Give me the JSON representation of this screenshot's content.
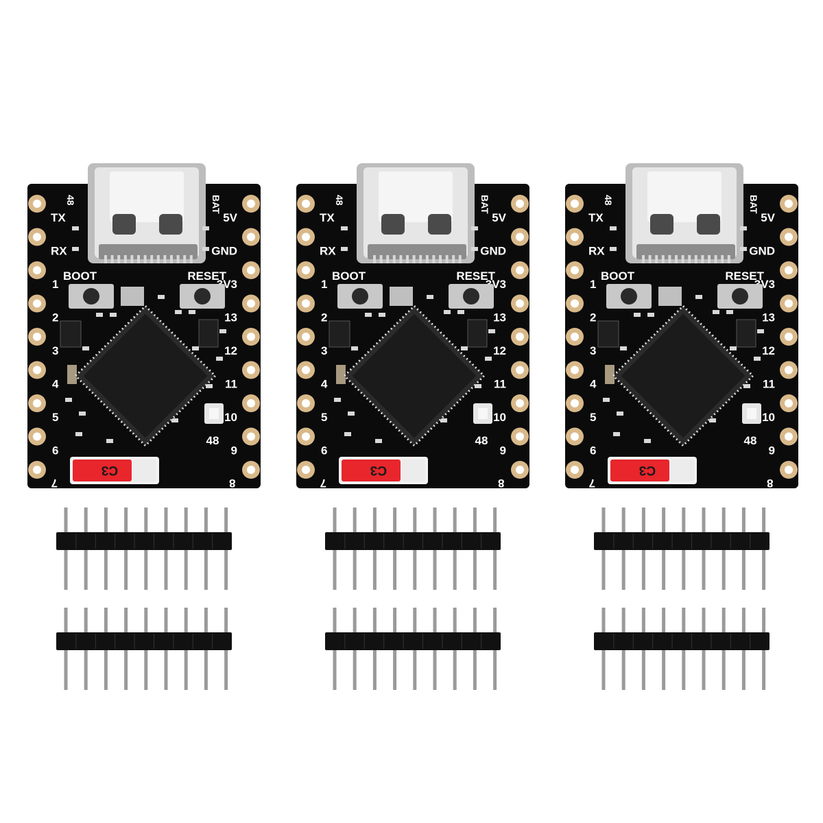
{
  "colors": {
    "pcb": "#0b0b0b",
    "pad": "#d9b98a",
    "usb": "#c9c9c9",
    "silk": "#ffffff",
    "antenna": "#e8262c",
    "header_plastic": "#111111",
    "header_pin": "#9a9a9a"
  },
  "boards": [
    {
      "left_pins": [
        "TX",
        "RX",
        "1",
        "2",
        "3",
        "4",
        "5",
        "6",
        "7"
      ],
      "right_pins": [
        "5V",
        "GND",
        "3V3",
        "13",
        "12",
        "11",
        "10",
        "9",
        "8"
      ],
      "top_left_label": "48",
      "top_right_label": "BAT",
      "boot_label": "BOOT",
      "reset_label": "RESET",
      "led_label": "48",
      "chip_label": "C3",
      "icons": [
        "usb-c-connector-icon",
        "boot-button-icon",
        "reset-button-icon",
        "mcu-chip-icon",
        "rgb-led-icon",
        "antenna-chip-icon"
      ]
    },
    {
      "left_pins": [
        "TX",
        "RX",
        "1",
        "2",
        "3",
        "4",
        "5",
        "6",
        "7"
      ],
      "right_pins": [
        "5V",
        "GND",
        "3V3",
        "13",
        "12",
        "11",
        "10",
        "9",
        "8"
      ],
      "top_left_label": "48",
      "top_right_label": "BAT",
      "boot_label": "BOOT",
      "reset_label": "RESET",
      "led_label": "48",
      "chip_label": "C3",
      "icons": [
        "usb-c-connector-icon",
        "boot-button-icon",
        "reset-button-icon",
        "mcu-chip-icon",
        "rgb-led-icon",
        "antenna-chip-icon"
      ]
    },
    {
      "left_pins": [
        "TX",
        "RX",
        "1",
        "2",
        "3",
        "4",
        "5",
        "6",
        "7"
      ],
      "right_pins": [
        "5V",
        "GND",
        "3V3",
        "13",
        "12",
        "11",
        "10",
        "9",
        "8"
      ],
      "top_left_label": "48",
      "top_right_label": "BAT",
      "boot_label": "BOOT",
      "reset_label": "RESET",
      "led_label": "48",
      "chip_label": "C3",
      "icons": [
        "usb-c-connector-icon",
        "boot-button-icon",
        "reset-button-icon",
        "mcu-chip-icon",
        "rgb-led-icon",
        "antenna-chip-icon"
      ]
    }
  ],
  "headers": {
    "count_per_board": 2,
    "pins_per_header": 9,
    "icon": "pin-header-icon"
  }
}
